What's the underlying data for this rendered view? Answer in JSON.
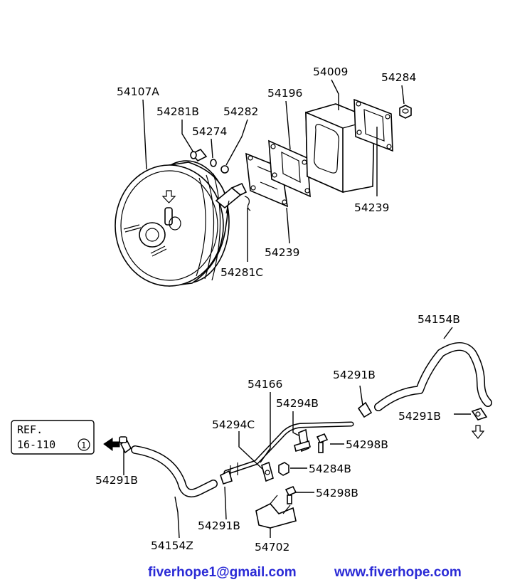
{
  "labels": {
    "p54107A": "54107A",
    "p54281B_top": "54281B",
    "p54274": "54274",
    "p54282": "54282",
    "p54196": "54196",
    "p54009": "54009",
    "p54284": "54284",
    "p54239_right": "54239",
    "p54239_bottom": "54239",
    "p54281C": "54281C",
    "p54154B": "54154B",
    "p54291B_upper": "54291B",
    "p54166": "54166",
    "p54294B": "54294B",
    "p54291B_right": "54291B",
    "p54294C": "54294C",
    "p54298B_upper": "54298B",
    "p54284B": "54284B",
    "p54298B_lower": "54298B",
    "p54291B_left": "54291B",
    "p54291B_bottom": "54291B",
    "p54154Z": "54154Z",
    "p54702": "54702"
  },
  "ref_box": {
    "line1": "REF.",
    "line2": "16-110",
    "circle": "1"
  },
  "footer": {
    "email": "fiverhope1@gmail.com",
    "website": "www.fiverhope.com"
  },
  "colors": {
    "line": "#000000",
    "footer_text": "#2a2ad6"
  },
  "icons": {
    "flow_arrow_left": "filled-arrow-left-icon",
    "direction_arrow_down": "outline-arrow-down-icon"
  }
}
